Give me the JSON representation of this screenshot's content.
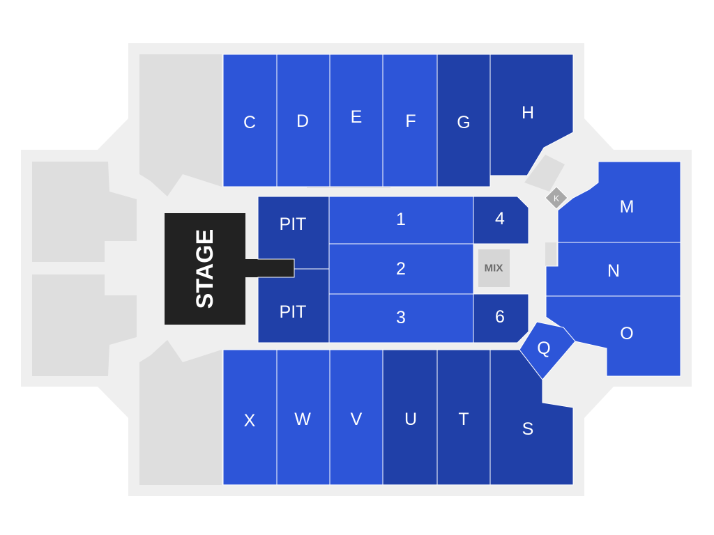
{
  "venue_map": {
    "stage_label": "STAGE",
    "mix_label": "MIX",
    "colors": {
      "floor": "#efefef",
      "unavailable": "#dedede",
      "section_light": "#2d55d8",
      "section_dark": "#2040a8",
      "stage": "#222222",
      "mix_box": "#d6d6d6",
      "k_box": "#a8a8a8",
      "divider": "#ffffff"
    },
    "sections": {
      "C": "C",
      "D": "D",
      "E": "E",
      "F": "F",
      "G": "G",
      "H": "H",
      "K": "K",
      "M": "M",
      "N": "N",
      "O": "O",
      "Q": "Q",
      "S": "S",
      "T": "T",
      "U": "U",
      "V": "V",
      "W": "W",
      "X": "X",
      "pit_top": "PIT",
      "pit_bottom": "PIT",
      "floor_1": "1",
      "floor_2": "2",
      "floor_3": "3",
      "floor_4": "4",
      "floor_6": "6"
    }
  }
}
